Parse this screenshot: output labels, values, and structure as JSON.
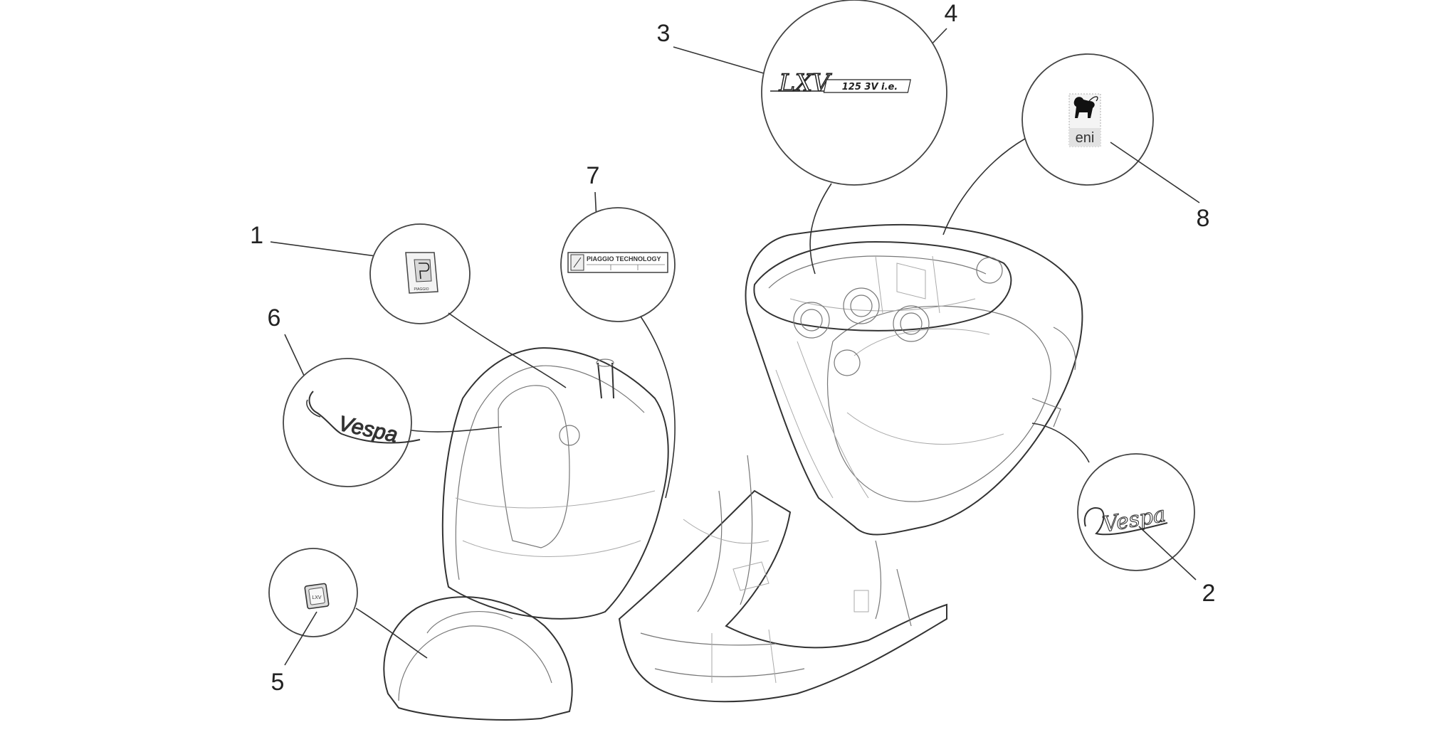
{
  "callouts": {
    "n1": "1",
    "n2": "2",
    "n3": "3",
    "n4": "4",
    "n5": "5",
    "n6": "6",
    "n7": "7",
    "n8": "8"
  },
  "decals": {
    "lxv_model": "LXV",
    "lxv_engine": "125 3V i.e.",
    "piaggio_tech": "PIAGGIO TECHNOLOGY",
    "piaggio_small": "PIAGGIO",
    "eni_text": "eni",
    "vespa_front": "Vespa",
    "vespa_side": "Vespa",
    "lxv_badge": "LXV"
  }
}
